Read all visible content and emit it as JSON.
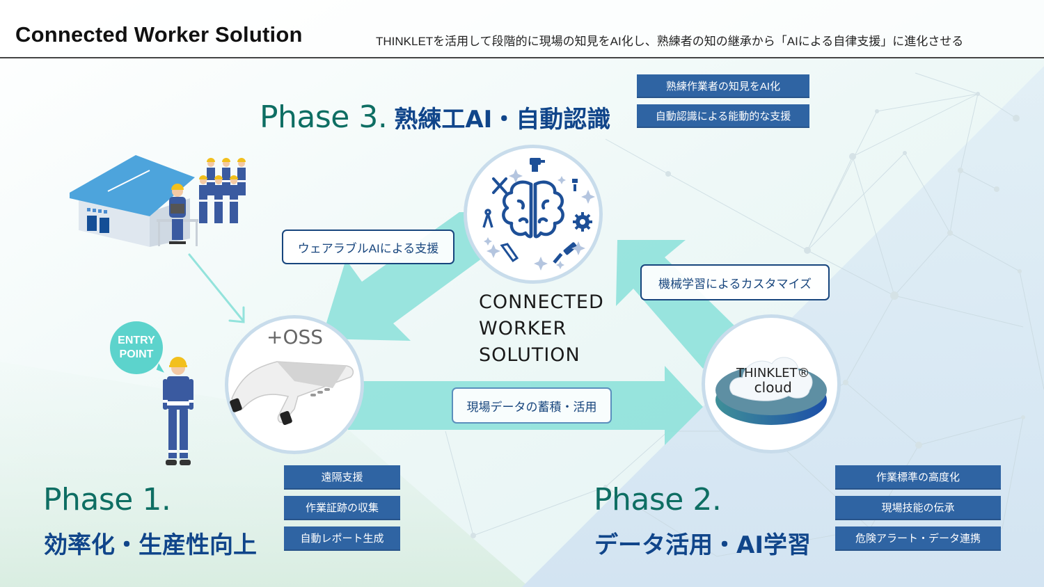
{
  "header": {
    "title": "Connected Worker Solution",
    "subtitle": "THINKLETを活用して段階的に現場の知見をAI化し、熟練者の知の継承から「AIによる自律支援」に進化させる"
  },
  "phase3": {
    "number": "Phase 3.",
    "name": "熟練工AI・自動認識",
    "tags": [
      "熟練作業者の知見をAI化",
      "自動認識による能動的な支援"
    ]
  },
  "phase1": {
    "number": "Phase 1.",
    "name": "効率化・生産性向上",
    "tags": [
      "遠隔支援",
      "作業証跡の収集",
      "自動レポート生成"
    ]
  },
  "phase2": {
    "number": "Phase 2.",
    "name": "データ活用・AI学習",
    "tags": [
      "作業標準の高度化",
      "現場技能の伝承",
      "危険アラート・データ連携"
    ]
  },
  "callouts": {
    "wearable": "ウェアラブルAIによる支援",
    "ml": "機械学習によるカスタマイズ",
    "data": "現場データの蓄積・活用"
  },
  "center_logo": {
    "line1": "CONNECTED",
    "line2": "WORKER",
    "line3": "SOLUTION"
  },
  "entry_point": {
    "line1": "ENTRY",
    "line2": "POINT"
  },
  "device": {
    "label": "+OSS"
  },
  "cloud": {
    "line1": "THINKLET®",
    "line2": "cloud"
  },
  "colors": {
    "phase_number": "#0e6e63",
    "phase_name": "#10458a",
    "tag_bg": "#2f64a3",
    "arrow": "#93e3dc",
    "callout_border": "#17457d",
    "entry_bubble": "#5cd3cc"
  },
  "icons": [
    "brain-icon",
    "drill-icon",
    "wrench-screwdriver-icon",
    "screw-icon",
    "pliers-icon",
    "gear-icon",
    "saw-icon",
    "paint-roller-icon",
    "sparkle-icon"
  ]
}
